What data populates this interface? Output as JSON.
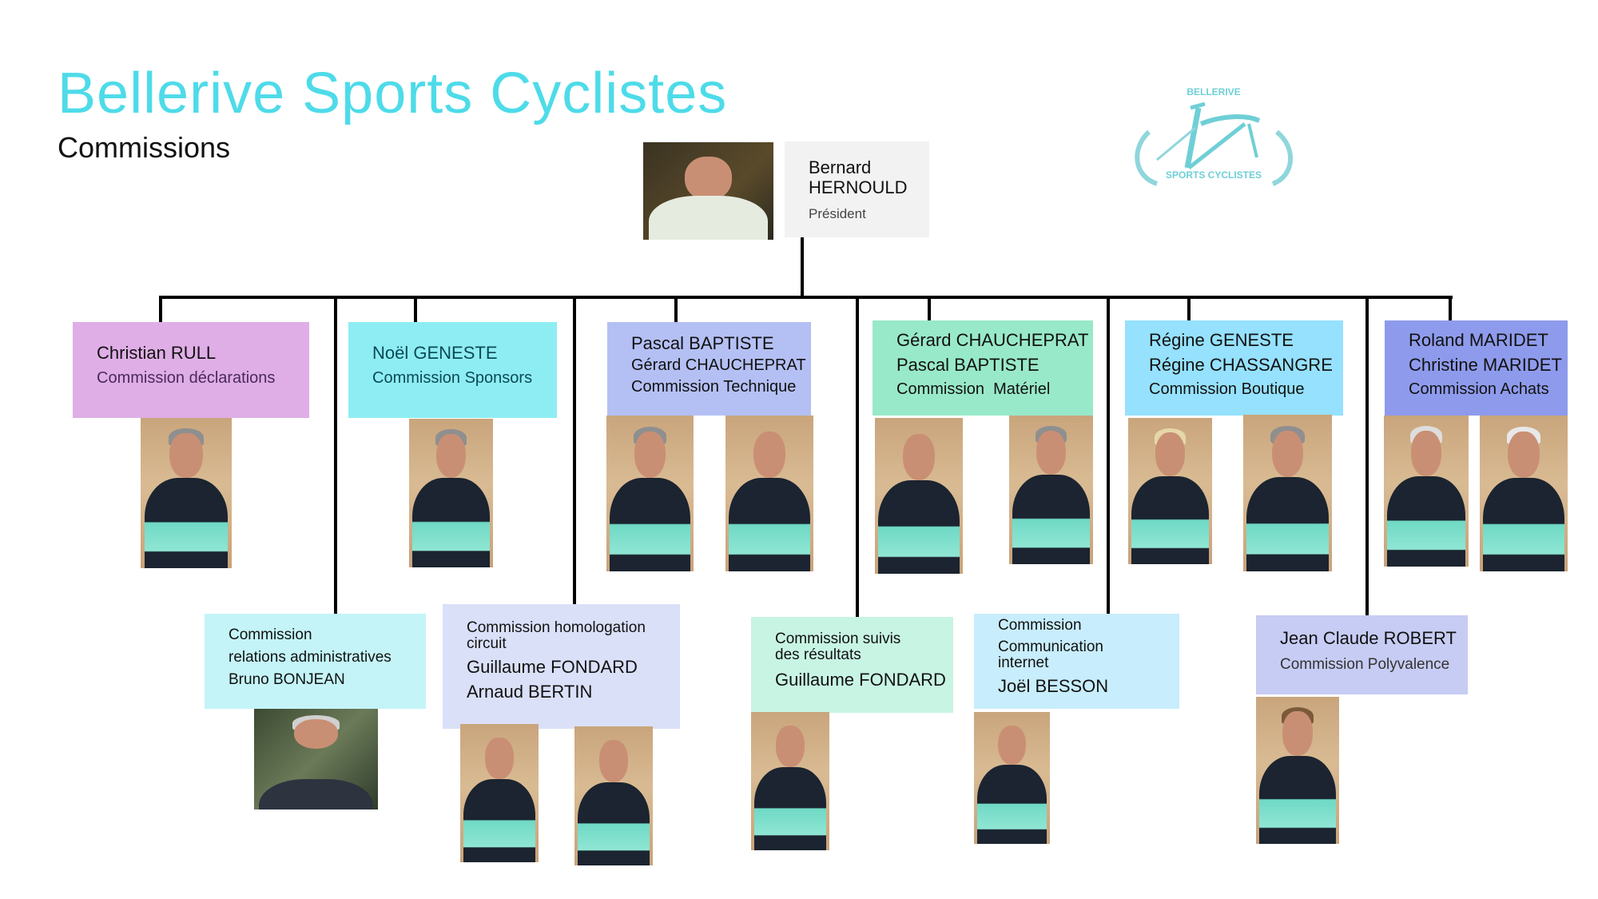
{
  "header": {
    "title": "Bellerive Sports Cyclistes",
    "subtitle": "Commissions"
  },
  "logo": {
    "top_text": "BELLERIVE",
    "bottom_text": "SPORTS CYCLISTES",
    "color": "#6fcfd6"
  },
  "president": {
    "first_name": "Bernard",
    "last_name": "HERNOULD",
    "role": "Président"
  },
  "top_commissions": [
    {
      "lines": [
        "Christian RULL"
      ],
      "commission": "Commission déclarations",
      "color": "#dfaee6"
    },
    {
      "lines": [
        "Noël GENESTE"
      ],
      "commission": "Commission Sponsors",
      "color": "#8eedf3"
    },
    {
      "lines": [
        "Pascal BAPTISTE",
        "Gérard CHAUCHEPRAT"
      ],
      "commission": "Commission Technique",
      "color": "#b4c0f4"
    },
    {
      "lines": [
        "Gérard CHAUCHEPRAT",
        "Pascal BAPTISTE"
      ],
      "commission": "Commission  Matériel",
      "color": "#98e9c9"
    },
    {
      "lines": [
        "Régine GENESTE",
        "Régine CHASSANGRE"
      ],
      "commission": "Commission Boutique",
      "color": "#95e1fe"
    },
    {
      "lines": [
        "Roland MARIDET",
        "Christine MARIDET"
      ],
      "commission": "Commission Achats",
      "color": "#8e9bec"
    }
  ],
  "bottom_commissions": [
    {
      "commission_lines": [
        "Commission",
        "relations administratives"
      ],
      "members": [
        "Bruno BONJEAN"
      ],
      "color": "#c4f4f8"
    },
    {
      "commission_lines": [
        "Commission homologation circuit"
      ],
      "members": [
        "Guillaume FONDARD",
        "Arnaud BERTIN"
      ],
      "color": "#dae0f8"
    },
    {
      "commission_lines": [
        "Commission suivis des résultats"
      ],
      "members": [
        "Guillaume FONDARD"
      ],
      "color": "#c8f4e4"
    },
    {
      "commission_lines": [
        "Commission",
        "Communication internet"
      ],
      "members": [
        "Joël BESSON"
      ],
      "color": "#c8edfc"
    },
    {
      "members": [
        "Jean Claude ROBERT"
      ],
      "commission": "Commission Polyvalence",
      "color": "#c7ccf4"
    }
  ]
}
